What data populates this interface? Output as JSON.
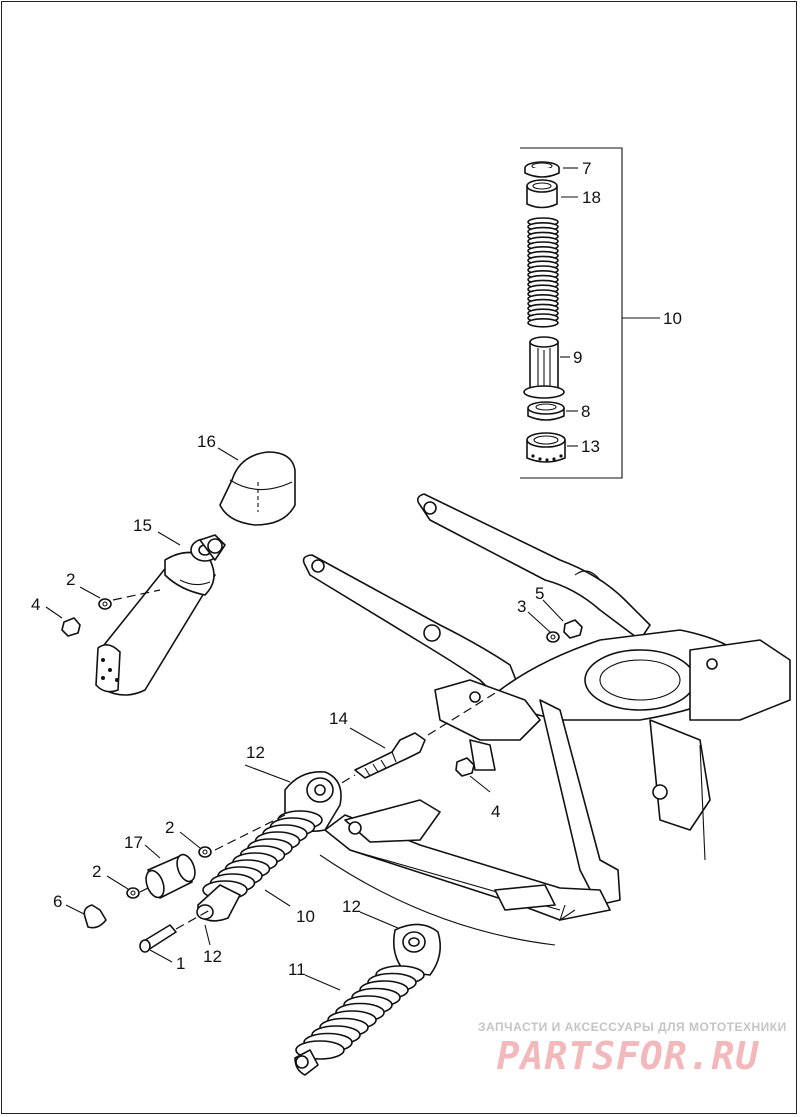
{
  "diagram": {
    "callouts": {
      "c7": "7",
      "c18": "18",
      "c10a": "10",
      "c9": "9",
      "c8": "8",
      "c13": "13",
      "c16": "16",
      "c15": "15",
      "c2a": "2",
      "c4a": "4",
      "c3": "3",
      "c5": "5",
      "c14": "14",
      "c4b": "4",
      "c12a": "12",
      "c2b": "2",
      "c17": "17",
      "c2c": "2",
      "c6": "6",
      "c10b": "10",
      "c1": "1",
      "c12b": "12",
      "c12c": "12",
      "c11": "11"
    }
  },
  "watermark": {
    "tagline": "ЗАПЧАСТИ И АКСЕССУАРЫ ДЛЯ МОТОТЕХНИКИ",
    "logo": "PARTSFOR.RU"
  },
  "colors": {
    "line": "#111111",
    "background": "#ffffff",
    "watermark_logo": "#f2b8bc",
    "watermark_text": "#c4c4c4"
  }
}
